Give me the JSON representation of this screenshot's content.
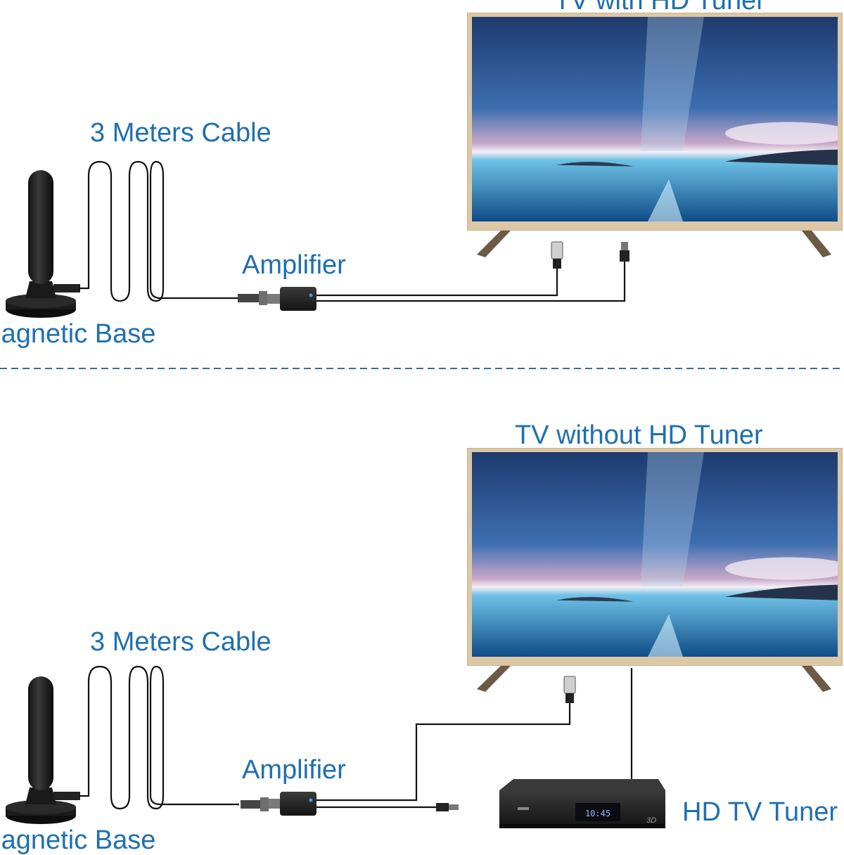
{
  "top_panel": {
    "tv_label": "TV with HD Tuner",
    "cable_label": "3 Meters Cable",
    "amplifier_label": "Amplifier",
    "base_label": "Magnetic Base"
  },
  "bottom_panel": {
    "tv_label": "TV without HD Tuner",
    "cable_label": "3 Meters Cable",
    "amplifier_label": "Amplifier",
    "base_label": "Magnetic Base",
    "tuner_label": "HD TV Tuner",
    "tuner_display": "10:45",
    "tuner_badge": "3D"
  },
  "colors": {
    "label_blue": "#1f6fb0",
    "tv_frame": "#dcc8a6",
    "divider": "#2e6ea8",
    "cable": "#111111"
  }
}
